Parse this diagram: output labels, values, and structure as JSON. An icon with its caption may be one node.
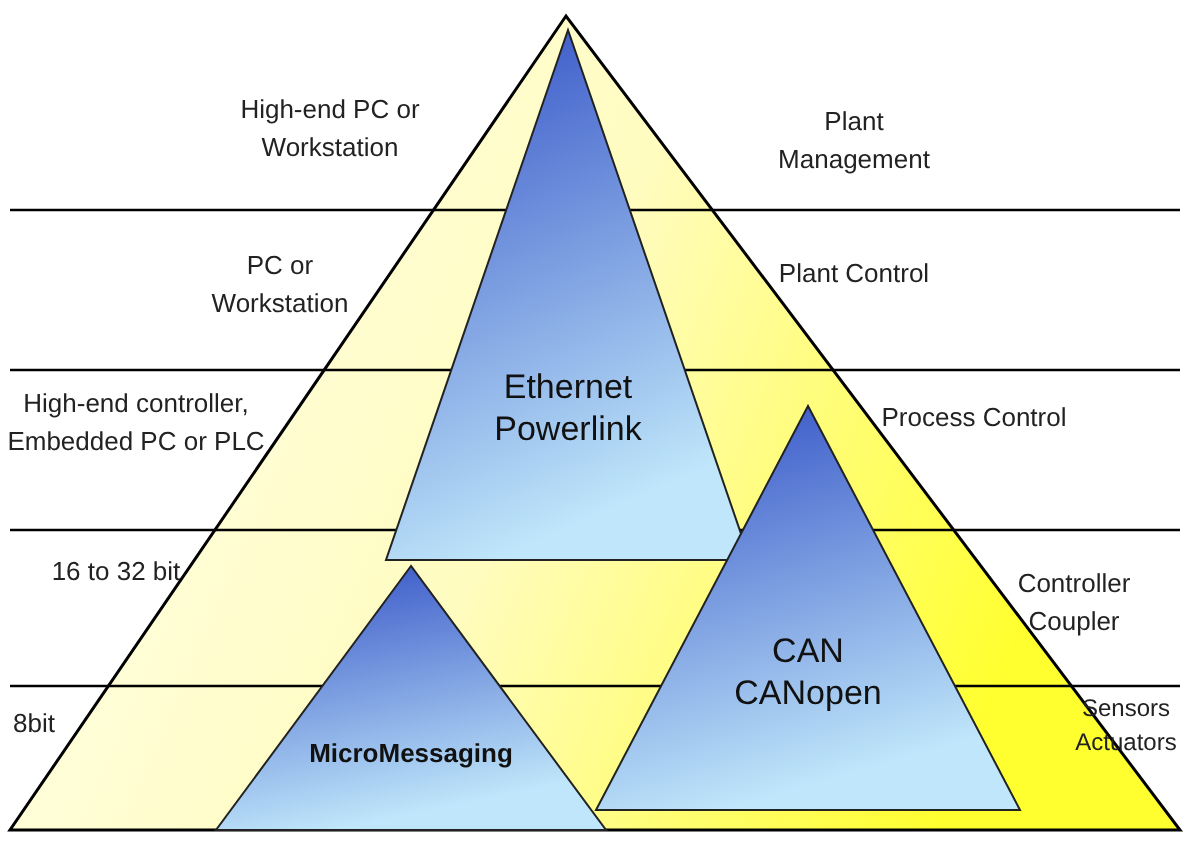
{
  "diagram": {
    "nodes": [
      {
        "text": [
          "Ethernet Powerlink"
        ]
      },
      {
        "text": [
          "CAN CANopen"
        ]
      },
      {
        "text": [
          "MicroMessaging"
        ]
      }
    ],
    "labels": [
      "High-end PC or Workstation",
      "Plant Management",
      "PC or Workstation",
      "Plant Control",
      "High-end controller, Embedded PC or PLC",
      "Process Control",
      "16 to 32 bit",
      "Controller Coupler",
      "8bit",
      "Sensors Actuators"
    ]
  }
}
